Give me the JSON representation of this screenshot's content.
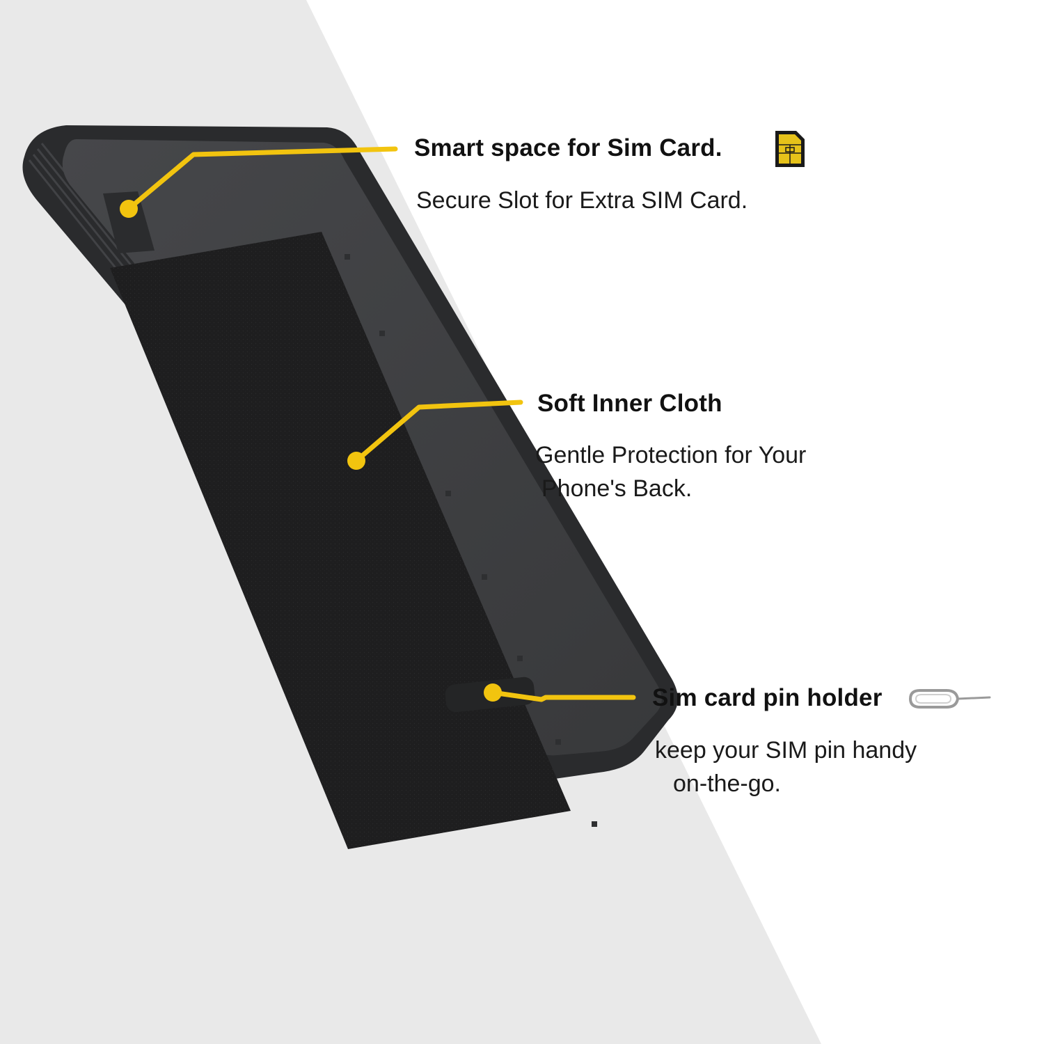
{
  "callouts": {
    "sim_space": {
      "title": "Smart space for Sim Card.",
      "description": "Secure Slot for Extra SIM Card.",
      "icon": "sim-card-icon"
    },
    "inner_cloth": {
      "title": "Soft Inner Cloth",
      "description_line1": "Gentle Protection for Your",
      "description_line2": "Phone's Back."
    },
    "pin_holder": {
      "title": "Sim card pin holder",
      "description_line1": "keep your SIM pin handy",
      "description_line2": "on-the-go.",
      "icon": "sim-eject-pin-icon"
    }
  },
  "colors": {
    "accent": "#f2c40f",
    "case": "#3a3b3d",
    "case_edge": "#2a2b2d",
    "cloth": "#1e1e1f",
    "backdrop": "#e9e9e9",
    "background": "#ffffff"
  }
}
